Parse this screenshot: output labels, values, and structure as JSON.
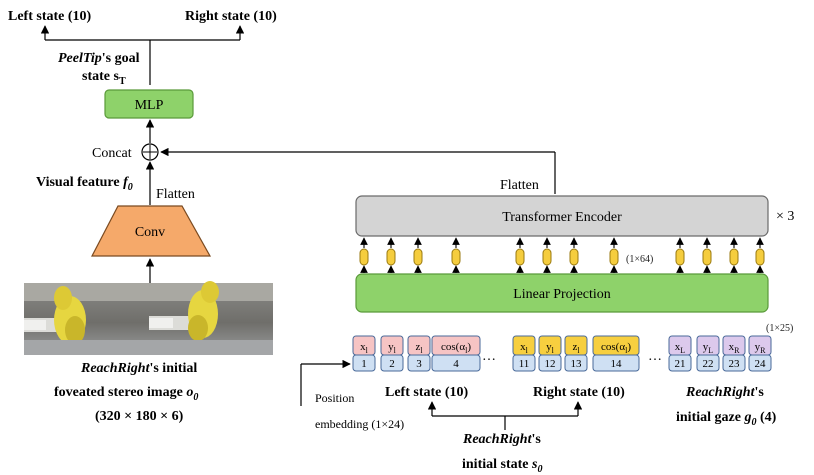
{
  "top_outputs": {
    "left_state": "Left state (10)",
    "right_state": "Right state (10)"
  },
  "goal": {
    "prefix": "PeelTip",
    "line1_suffix": "'s goal",
    "line2": "state s",
    "line2_sub": "T"
  },
  "mlp": {
    "label": "MLP"
  },
  "concat": {
    "label": "Concat",
    "symbol": "+"
  },
  "visual_feature": {
    "text": "Visual feature ",
    "symbol": "f",
    "sub": "0"
  },
  "flatten_left": "Flatten",
  "conv": {
    "label": "Conv"
  },
  "image_caption": {
    "line1_prefix": "ReachRight",
    "line1_suffix": "'s initial",
    "line2_text": "foveated stereo image ",
    "line2_symbol": "o",
    "line2_sub": "0",
    "line3": "(320 × 180 × 6)"
  },
  "flatten_right": "Flatten",
  "transformer": {
    "label": "Transformer Encoder",
    "repeat": "× 3"
  },
  "dim_64": "(1×64)",
  "linear_projection": {
    "label": "Linear Projection"
  },
  "dim_25": "(1×25)",
  "tokens": [
    {
      "top": "x",
      "sub": "l",
      "index": "1",
      "color": "pink"
    },
    {
      "top": "y",
      "sub": "l",
      "index": "2",
      "color": "pink"
    },
    {
      "top": "z",
      "sub": "l",
      "index": "3",
      "color": "pink"
    },
    {
      "top": "cos(α",
      "sub": "l",
      "tail": ")",
      "index": "4",
      "color": "pink"
    },
    {
      "top": "x",
      "sub": "l",
      "index": "11",
      "color": "yellow"
    },
    {
      "top": "y",
      "sub": "l",
      "index": "12",
      "color": "yellow"
    },
    {
      "top": "z",
      "sub": "l",
      "index": "13",
      "color": "yellow"
    },
    {
      "top": "cos(α",
      "sub": "l",
      "tail": ")",
      "index": "14",
      "color": "yellow"
    },
    {
      "top": "x",
      "sub": "L",
      "index": "21",
      "color": "purple"
    },
    {
      "top": "y",
      "sub": "L",
      "index": "22",
      "color": "purple"
    },
    {
      "top": "x",
      "sub": "R",
      "index": "23",
      "color": "purple"
    },
    {
      "top": "y",
      "sub": "R",
      "index": "24",
      "color": "purple"
    }
  ],
  "ellipsis": "…",
  "position": {
    "line1": "Position",
    "line2": "embedding (1×24)"
  },
  "state_labels": {
    "left": "Left state (10)",
    "right": "Right state (10)"
  },
  "initial_state": {
    "line1_prefix": "ReachRight",
    "line1_suffix": "'s",
    "line2_text": "initial state ",
    "line2_symbol": "s",
    "line2_sub": "0"
  },
  "initial_gaze": {
    "line1_prefix": "ReachRight",
    "line1_suffix": "'s",
    "line2_text": "initial gaze ",
    "line2_symbol": "g",
    "line2_sub": "0",
    "line2_tail": " (4)"
  },
  "colors": {
    "green_fill": "#8ed26a",
    "green_stroke": "#5a9a3a",
    "orange_fill": "#f5a96a",
    "gray_fill": "#d4d4d4",
    "pink_fill": "#f6c4c4",
    "yellow_fill": "#f7cf3f",
    "purple_fill": "#dcc9ec",
    "blue_fill": "#cfe0f3",
    "token_stroke": "#4a6a9a",
    "embed_fill": "#f5cd3e",
    "embed_stroke": "#9a7a10"
  }
}
